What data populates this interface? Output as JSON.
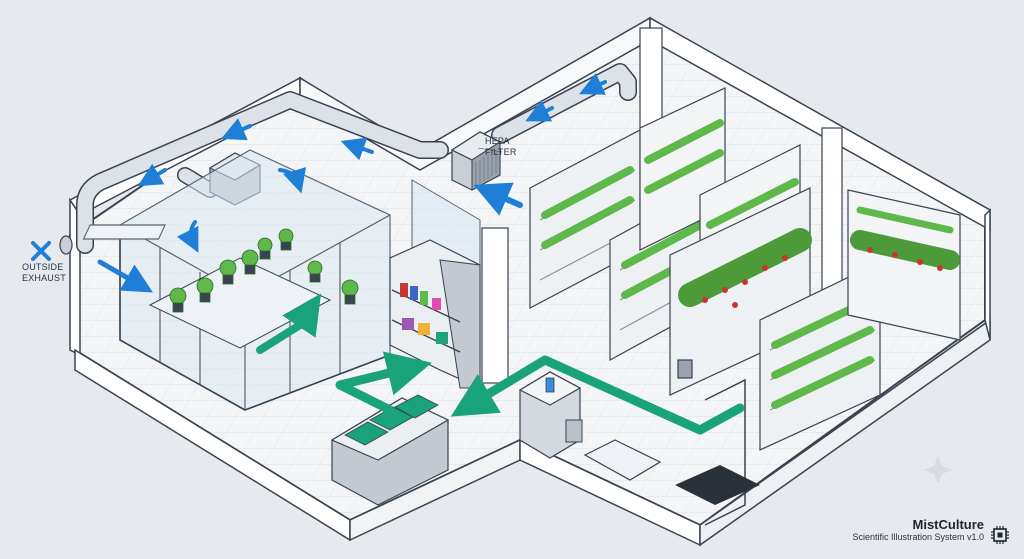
{
  "labels": {
    "outside_exhaust": "OUTSIDE\nEXHAUST",
    "hepa_filter": "HEPA\nFILTER"
  },
  "brand": {
    "name": "MistCulture",
    "subtitle": "Scientific Illustration System v1.0"
  },
  "icons": {
    "exhaust": "x-mark-icon",
    "chip": "chip-icon"
  },
  "colors": {
    "background": "#e6e9ed",
    "airflow": "#1f7fd6",
    "walkway": "#1aa37a",
    "plant": "#5fb84a",
    "fruit": "#c8372d",
    "wall": "#ffffff",
    "outline": "#3a4350"
  }
}
